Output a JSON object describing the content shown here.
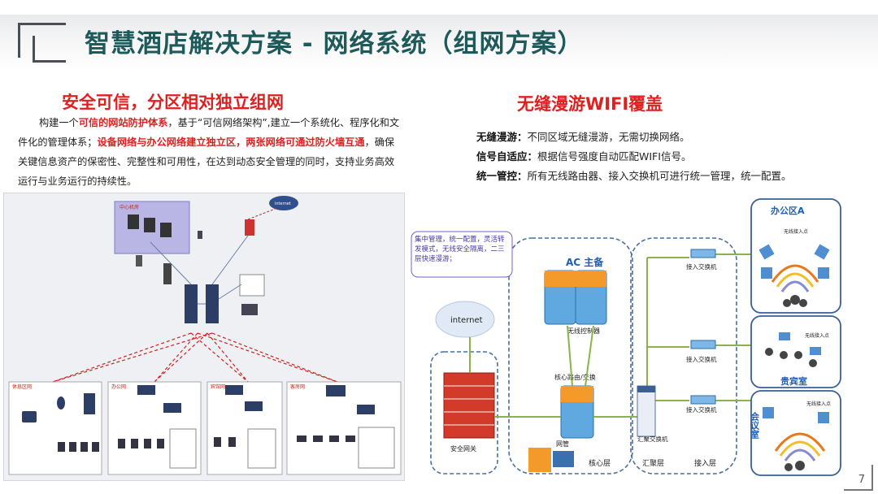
{
  "header": {
    "title": "智慧酒店解决方案 - 网络系统（组网方案）"
  },
  "left": {
    "subtitle": "安全可信，分区相对独立组网",
    "para": {
      "p1": "构建一个",
      "p2": "可信的网站防护体系",
      "p3": "，基于“可信网络架构”,建立一个系统化、程序化和文件化的管理体系；",
      "p4": "设备网络与办公网络建立独立区，两张网络可通过防火墙互通",
      "p5": "，确保关键信息资产的保密性、完整性和可用性，在达到动态安全管理的同时，支持业务高效运行与业务运行的持续性。"
    },
    "diagram": {
      "zone_center": "中心机房",
      "cloud": "internet",
      "zones": [
        "休息区网",
        "办公网",
        "宾馆网",
        "客房网"
      ]
    }
  },
  "right": {
    "subtitle": "无缝漫游WIFI覆盖",
    "lines": [
      {
        "k": "无缝漫游：",
        "v": "不同区域无缝漫游，无需切换网络。"
      },
      {
        "k": "信号自适应：",
        "v": "根据信号强度自动匹配WIFI信号。"
      },
      {
        "k": "统一管控：",
        "v": "所有无线路由器、接入交换机可进行统一管理，统一配置。"
      }
    ],
    "diagram": {
      "callout": "集中管理，统一配置，灵活转发模式，无线安全隔离，二三层快速漫游；",
      "ac": "AC 主备",
      "wireless_ctrl": "无线控制器",
      "internet": "internet",
      "core_switch": "核心路由/交换",
      "security_gw": "安全网关",
      "netmgmt": "网管",
      "core_layer": "核心层",
      "agg_switch": "汇聚交换机",
      "agg_layer": "汇聚层",
      "access_layer": "接入层",
      "access_switch": "接入交换机",
      "ap": "无线接入点",
      "office": "办公区A",
      "vip": "贵宾室",
      "meeting": "会议室"
    }
  },
  "page": {
    "number": "7"
  },
  "colors": {
    "title": "#1e5a5a",
    "accent_red": "#e02020",
    "link_green": "#8ab34a",
    "dash_blue": "#4a6fa0"
  }
}
